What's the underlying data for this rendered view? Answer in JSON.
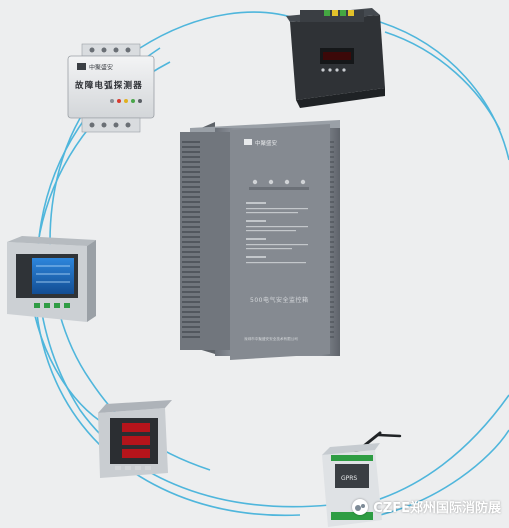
{
  "arc_detector": {
    "brand": "中聚盛安",
    "label": "故障电弧探测器"
  },
  "main_cabinet": {
    "brand": "中聚盛安",
    "model_label": "500电气安全监控箱",
    "company": "深圳市中聚盛安安全技术有限公司"
  },
  "wireless_module": {
    "model": "GPRS"
  },
  "watermark": {
    "text": "CZFE郑州国际消防展"
  },
  "colors": {
    "background": "#edeeef",
    "connection_line": "#4fb6dc",
    "cabinet": "#7f858d",
    "device_body": "#e8eaec",
    "display_blue": "#1c6fc6"
  }
}
